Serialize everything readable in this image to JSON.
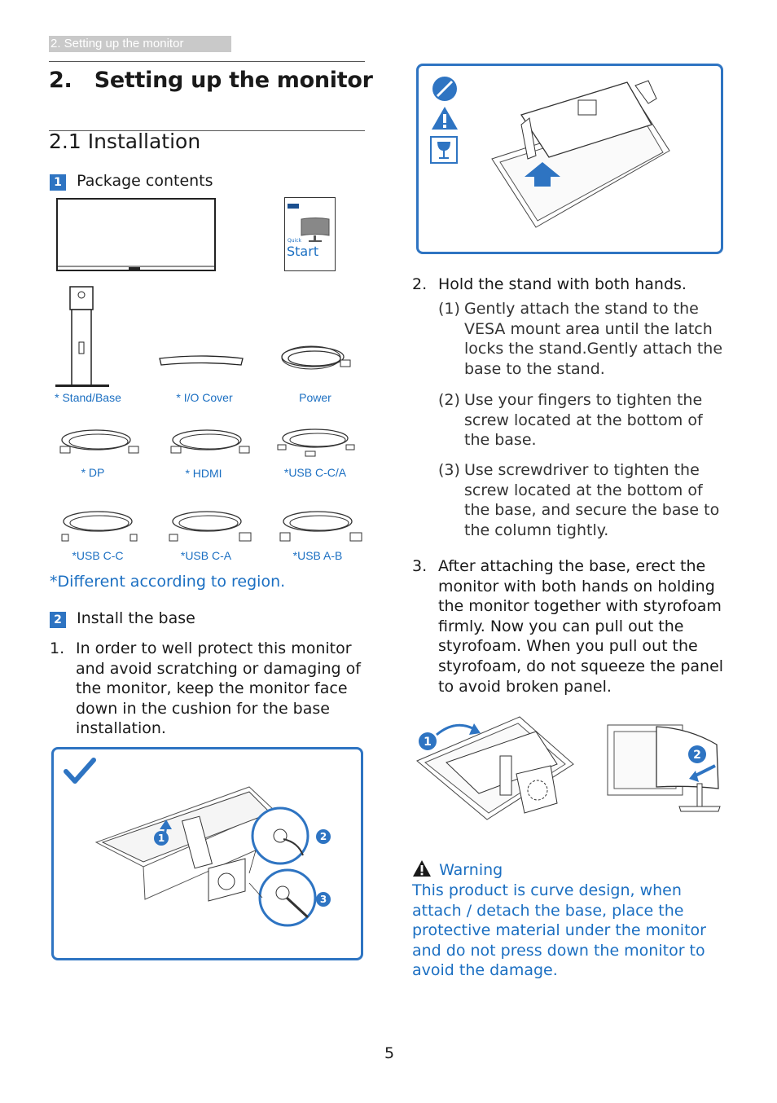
{
  "breadcrumb": "2. Setting up the monitor",
  "title": "2.   Setting up the monitor",
  "section": "2.1  Installation",
  "pkg": {
    "badge": "1",
    "title": "Package contents"
  },
  "qsg": {
    "word": "Start",
    "sub": "Quick"
  },
  "captions": {
    "stand": "* Stand/Base",
    "io": "* I/O Cover",
    "power": "Power",
    "dp": "* DP",
    "hdmi": "* HDMI",
    "usbca": "*USB C-C/A",
    "usbcc": "*USB C-C",
    "usbc_a": "*USB C-A",
    "usbab": "*USB A-B"
  },
  "region_note": "*Different according to region.",
  "install": {
    "badge": "2",
    "title": "Install the base"
  },
  "steps": {
    "s1_num": "1.",
    "s1_text": "In order to well protect this monitor and avoid scratching or damaging of the monitor, keep the monitor face down in the cushion for the base installation.",
    "s2_num": "2.",
    "s2_text": "Hold the stand with both hands.",
    "s2a_num": "(1)",
    "s2a_text": "Gently attach the stand to the VESA mount area until the latch locks the stand.Gently attach the base to the stand.",
    "s2b_num": "(2)",
    "s2b_text": "Use your fingers to tighten the screw located at the bottom of the base.",
    "s2c_num": "(3)",
    "s2c_text": "Use screwdriver to tighten the screw located at the bottom of the base, and secure the base to the column tightly.",
    "s3_num": "3.",
    "s3_text": "After attaching the base, erect the monitor with both hands on holding the monitor together with styrofoam firmly. Now you can pull out the styrofoam. When you pull out the styrofoam, do not squeeze the panel to avoid broken panel."
  },
  "diagram_labels": {
    "n1": "1",
    "n2": "2",
    "n3": "3"
  },
  "warning": {
    "title": "Warning",
    "text": "This product is curve design, when attach / detach the base, place the protective material under the monitor and do not press down the monitor to avoid the damage."
  },
  "page_number": "5",
  "colors": {
    "accent": "#2e74c2",
    "text": "#1a1a1a",
    "crumb_bg": "#c9c9c9"
  }
}
